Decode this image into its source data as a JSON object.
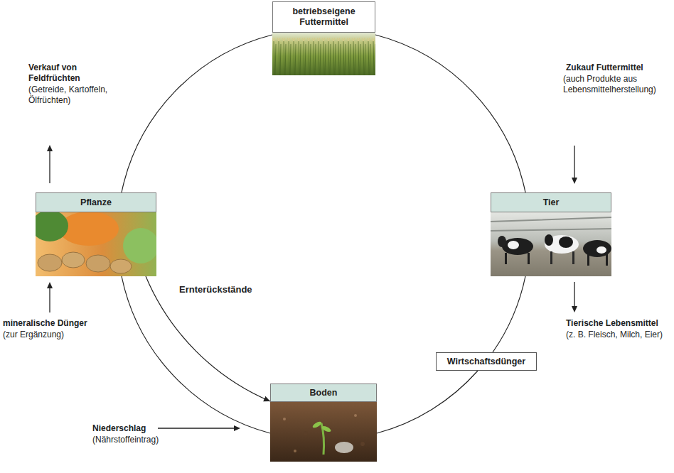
{
  "diagram": {
    "nodes": [
      {
        "text": [
          "betriebseigene Futtermittel"
        ]
      },
      {
        "text": [
          "Pflanze"
        ]
      },
      {
        "text": [
          "Tier"
        ]
      },
      {
        "text": [
          "Wirtschaftsdünger"
        ]
      },
      {
        "text": [
          "Boden"
        ]
      }
    ],
    "edges": [
      {
        "from": 1,
        "to": 0,
        "arrow": "none"
      },
      {
        "from": 0,
        "to": 2,
        "arrow": "none"
      },
      {
        "from": 2,
        "to": 3,
        "arrow": "none"
      },
      {
        "from": 3,
        "to": 4,
        "arrow": "none"
      },
      {
        "from": 4,
        "to": 1,
        "arrow": "none"
      },
      {
        "from": 1,
        "to": 4,
        "label": "Ernterückstände",
        "arrow": "to"
      }
    ],
    "labels": [
      "Verkauf von Feldfrüchten",
      "(Getreide, Kartoffeln, Ölfrüchten)",
      "Zukauf Futtermittel",
      "(auch Produkte aus Lebensmittelherstellung)",
      "mineralische Dünger",
      "(zur Ergänzung)",
      "Tierische Lebensmittel",
      "(z. B. Fleisch, Milch, Eier)",
      "Niederschlag",
      "(Nährstoffeintrag)"
    ]
  }
}
